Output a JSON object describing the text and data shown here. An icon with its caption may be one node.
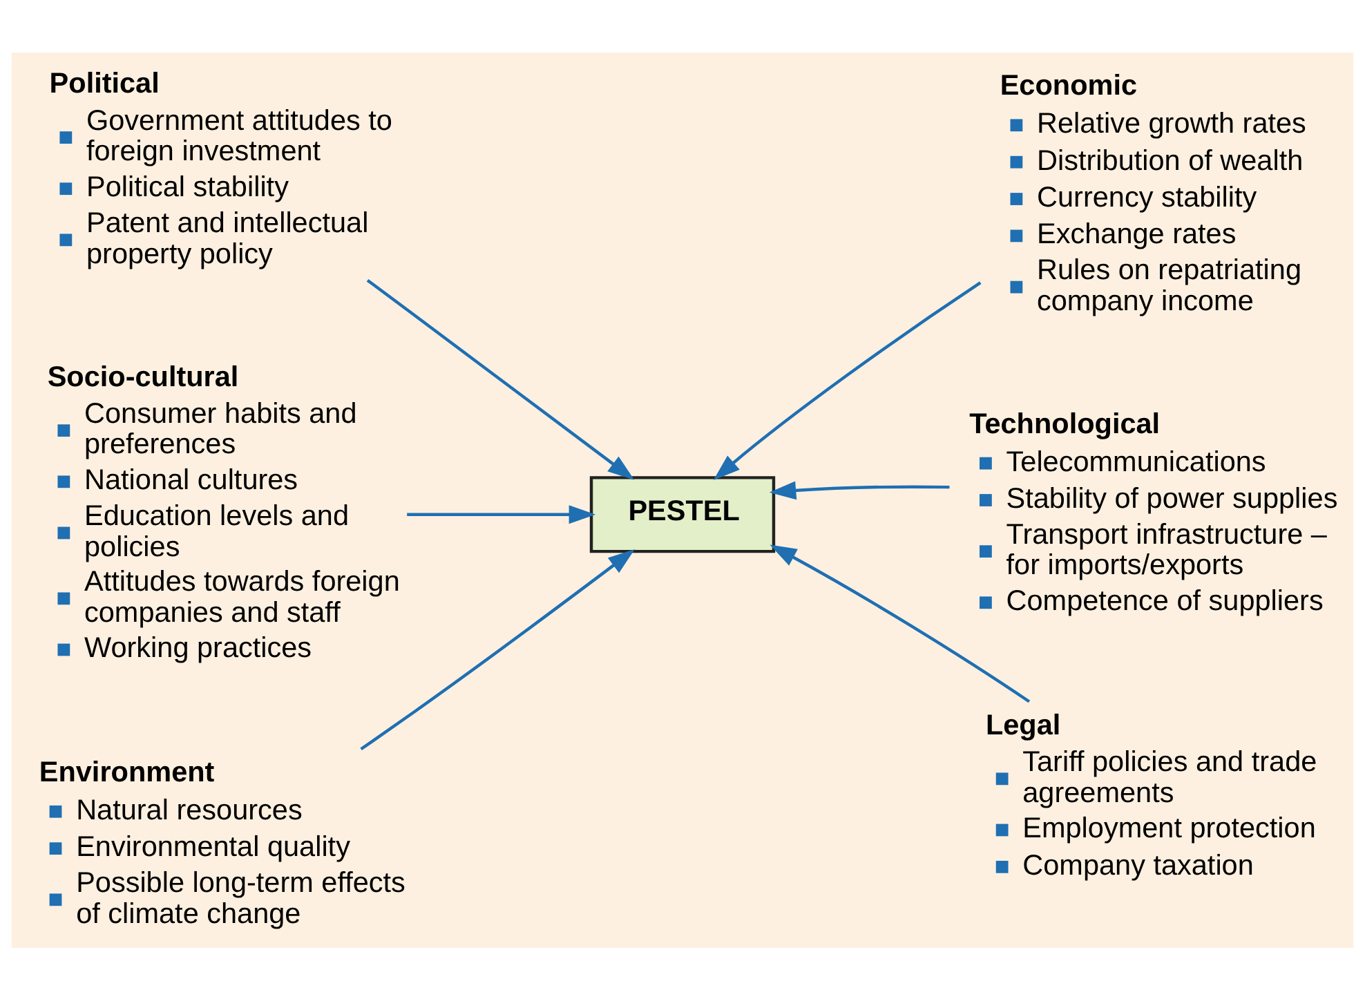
{
  "diagram": {
    "nodes": [
      {
        "text": [
          "Political",
          "Government attitudes to foreign investment",
          "Political stability",
          "Patent and intellectual property policy"
        ]
      },
      {
        "text": [
          "Economic",
          "Relative growth rates",
          "Distribution of wealth",
          "Currency stability",
          "Exchange rates",
          "Rules on repatriating company income"
        ]
      },
      {
        "text": [
          "Socio-cultural",
          "Consumer habits and preferences",
          "National cultures",
          "Education levels and policies",
          "Attitudes towards foreign companies and staff",
          "Working practices"
        ]
      },
      {
        "text": [
          "PESTEL"
        ]
      },
      {
        "text": [
          "Technological",
          "Telecommunications",
          "Stability of power supplies",
          "Transport infrastructure – for imports/exports",
          "Competence of suppliers"
        ]
      },
      {
        "text": [
          "Environment",
          "Natural resources",
          "Environmental quality",
          "Possible long-term effects of climate change"
        ]
      },
      {
        "text": [
          "Legal",
          "Tariff policies and trade agreements",
          "Employment protection",
          "Company taxation"
        ]
      }
    ],
    "edges": [
      {
        "from": 0,
        "to": 3,
        "arrow": "to"
      },
      {
        "from": 1,
        "to": 3,
        "arrow": "to"
      },
      {
        "from": 2,
        "to": 3,
        "arrow": "to"
      },
      {
        "from": 4,
        "to": 3,
        "arrow": "to"
      },
      {
        "from": 5,
        "to": 3,
        "arrow": "to"
      },
      {
        "from": 6,
        "to": 3,
        "arrow": "to"
      }
    ]
  }
}
